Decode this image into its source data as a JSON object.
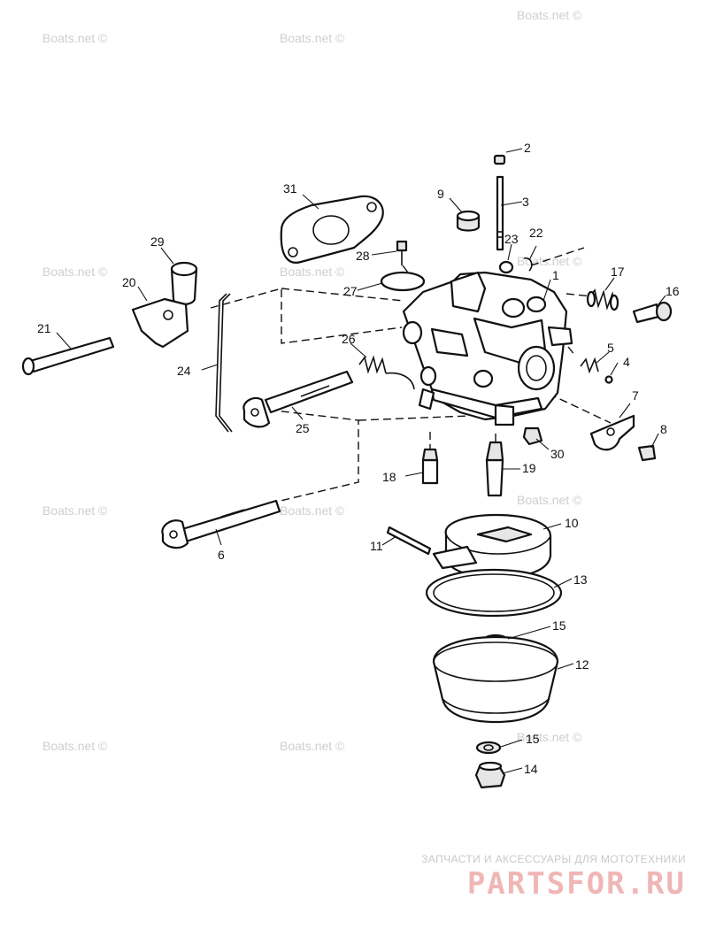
{
  "watermark": "Boats.net ©",
  "brand": {
    "tagline": "ЗАПЧАСТИ И АКСЕССУАРЫ ДЛЯ МОТОТЕХНИКИ",
    "logo": "PARTSFOR.RU"
  },
  "part_labels": {
    "p1": "1",
    "p2": "2",
    "p3": "3",
    "p4": "4",
    "p5": "5",
    "p6": "6",
    "p7": "7",
    "p8": "8",
    "p9": "9",
    "p10": "10",
    "p11": "11",
    "p12": "12",
    "p13": "13",
    "p14": "14",
    "p15a": "15",
    "p15b": "15",
    "p16": "16",
    "p17": "17",
    "p18": "18",
    "p19": "19",
    "p20": "20",
    "p21": "21",
    "p22": "22",
    "p23": "23",
    "p24": "24",
    "p25": "25",
    "p26": "26",
    "p27": "27",
    "p28": "28",
    "p29": "29",
    "p30": "30",
    "p31": "31"
  }
}
